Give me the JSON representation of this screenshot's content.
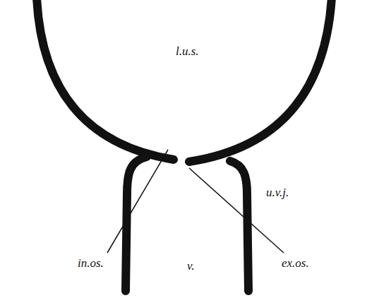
{
  "diagram": {
    "labels": [
      "l.u.s.",
      "u.v.j.",
      "in.os.",
      "v.",
      "ex.os."
    ]
  }
}
